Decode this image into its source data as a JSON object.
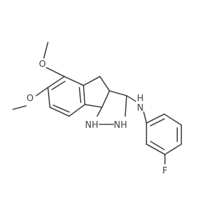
{
  "molecule": {
    "atoms": [
      {
        "id": "o1",
        "symbol": "O"
      },
      {
        "id": "o2",
        "symbol": "O"
      },
      {
        "id": "n_amine",
        "symbol": "N",
        "h": "H"
      },
      {
        "id": "n_pyrazole1",
        "symbol": "N",
        "h": "H"
      },
      {
        "id": "n_pyrazole2",
        "symbol": "N",
        "h": "H"
      },
      {
        "id": "f",
        "symbol": "F"
      }
    ],
    "labels": {
      "o1": "O",
      "o2": "O",
      "n_amine": "N",
      "n_amine_h": "H",
      "n_pyrazole1": "NH",
      "n_pyrazole2": "NH",
      "f": "F"
    },
    "colors": {
      "bond": "#404040",
      "text": "#404040",
      "background": "#ffffff"
    }
  }
}
